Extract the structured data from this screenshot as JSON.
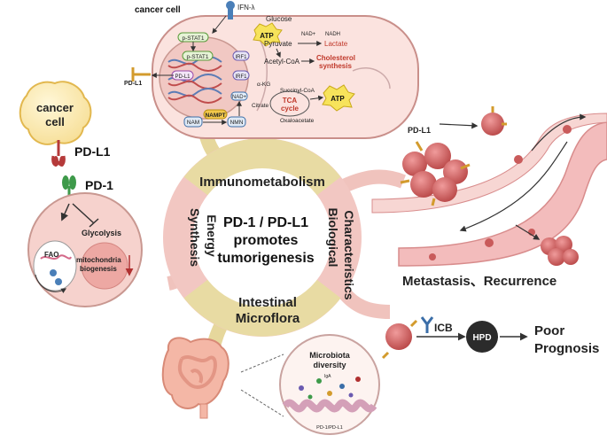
{
  "center": {
    "line1": "PD-1 / PD-L1",
    "line2": "promotes",
    "line3": "tumorigenesis"
  },
  "ring": {
    "immunometabolism": "Immunometabolism",
    "energy": "Energy",
    "synthesis": "Synthesis",
    "biological": "Biological",
    "characteristics": "Characteristics",
    "intestinal": "Intestinal",
    "microflora": "Microflora"
  },
  "cancer_cell_panel": {
    "title": "cancer cell",
    "ifn": "IFN-λ",
    "glucose": "Glucose",
    "atp_top": "ATP",
    "nad_plus": "NAD+",
    "nadh": "NADH",
    "pyruvate": "Pyruvate",
    "lactate": "Lactate",
    "acetyl_coa": "Acetyl-CoA",
    "cholesterol1": "Cholesterol",
    "cholesterol2": "synthesis",
    "pstat1_a": "p-STAT1",
    "pstat1_b": "p-STAT1",
    "irf1": "IRF1",
    "pdl1_gene": "PD-L1",
    "irf_b": "IRF1",
    "pdl1_out": "PD-L1",
    "akg": "α-KG",
    "succinyl": "Succinyl-CoA",
    "nad_plus2": "NAD+",
    "citrate": "Citrate",
    "tca1": "TCA",
    "tca2": "cycle",
    "oxaloacetate": "Oxaloacetate",
    "atp_right": "ATP",
    "nampt": "NAMPT",
    "nam": "NAM",
    "nmn": "NMN"
  },
  "left_panel": {
    "cancer1": "cancer",
    "cancer2": "cell",
    "pdl1": "PD-L1",
    "pd1": "PD-1",
    "glycolysis": "Glycolysis",
    "fao": "FAO",
    "mito1": "mitochondria",
    "mito2": "biogenesis"
  },
  "right_panel": {
    "pdl1": "PD-L1",
    "metastasis": "Metastasis、Recurrence"
  },
  "bottom_right": {
    "icb": "ICB",
    "hpd": "HPD",
    "poor": "Poor",
    "prognosis": "Prognosis"
  },
  "microbiota": {
    "title1": "Microbiota",
    "title2": "diversity",
    "iga": "IgA",
    "pd": "PD-1/PD-L1"
  },
  "colors": {
    "ring_pink": "#f2c7c2",
    "ring_tan": "#e8dba3",
    "cell_pink": "#fbe3df",
    "vessel": "#f3bcbc",
    "tumor": "#c95b5b",
    "dark_red": "#c0392b",
    "green": "#6fae4a",
    "blue": "#3b6ea8"
  }
}
